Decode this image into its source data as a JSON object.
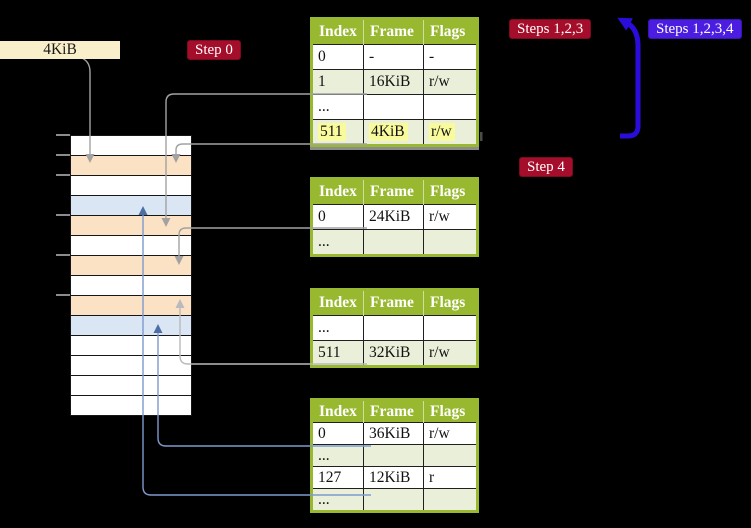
{
  "colors": {
    "bg": "#000000",
    "peach": "#fce2c4",
    "lightblue": "#dbe6f5",
    "wheat": "#f9efcb",
    "green_header": "#98b92f",
    "green_row": "#e9efd8",
    "yellow_highlight": "#f9fa9c",
    "badge_red": "#a50e2b",
    "badge_blue": "#4a1de0",
    "arrow_thick_blue": "#2b0ddb",
    "conn_gray": "#a2a2a2",
    "conn_gray_light": "#b8babd",
    "conn_blue": "#7e9ace",
    "conn_blue_head": "#4d6fa6",
    "tick_gray": "#8c8c8c"
  },
  "labels": {
    "page_size": "4KiB",
    "step0": "Step 0",
    "steps123": "Steps 1,2,3",
    "steps1234": "Steps 1,2,3,4",
    "step4": "Step 4"
  },
  "memory_stripe": {
    "row_colors": [
      "white",
      "peach",
      "white",
      "blue",
      "peach",
      "white",
      "peach",
      "white",
      "peach",
      "blue",
      "white",
      "white",
      "white",
      "white"
    ]
  },
  "tables": [
    {
      "headers": [
        "Index",
        "Frame",
        "Flags"
      ],
      "rows": [
        {
          "cells": [
            "0",
            "-",
            "-"
          ]
        },
        {
          "cells": [
            "1",
            "16KiB",
            "r/w"
          ]
        },
        {
          "cells": [
            "...",
            "",
            ""
          ]
        },
        {
          "cells": [
            "511",
            "4KiB",
            "r/w"
          ],
          "highlighted": true
        }
      ]
    },
    {
      "headers": [
        "Index",
        "Frame",
        "Flags"
      ],
      "rows": [
        {
          "cells": [
            "0",
            "24KiB",
            "r/w"
          ]
        },
        {
          "cells": [
            "...",
            "",
            ""
          ]
        }
      ]
    },
    {
      "headers": [
        "Index",
        "Frame",
        "Flags"
      ],
      "rows": [
        {
          "cells": [
            "...",
            "",
            ""
          ]
        },
        {
          "cells": [
            "511",
            "32KiB",
            "r/w"
          ]
        }
      ]
    },
    {
      "headers": [
        "Index",
        "Frame",
        "Flags"
      ],
      "rows": [
        {
          "cells": [
            "0",
            "36KiB",
            "r/w"
          ]
        },
        {
          "cells": [
            "...",
            "",
            ""
          ]
        },
        {
          "cells": [
            "127",
            "12KiB",
            "r"
          ]
        },
        {
          "cells": [
            "...",
            "",
            ""
          ]
        }
      ]
    }
  ]
}
